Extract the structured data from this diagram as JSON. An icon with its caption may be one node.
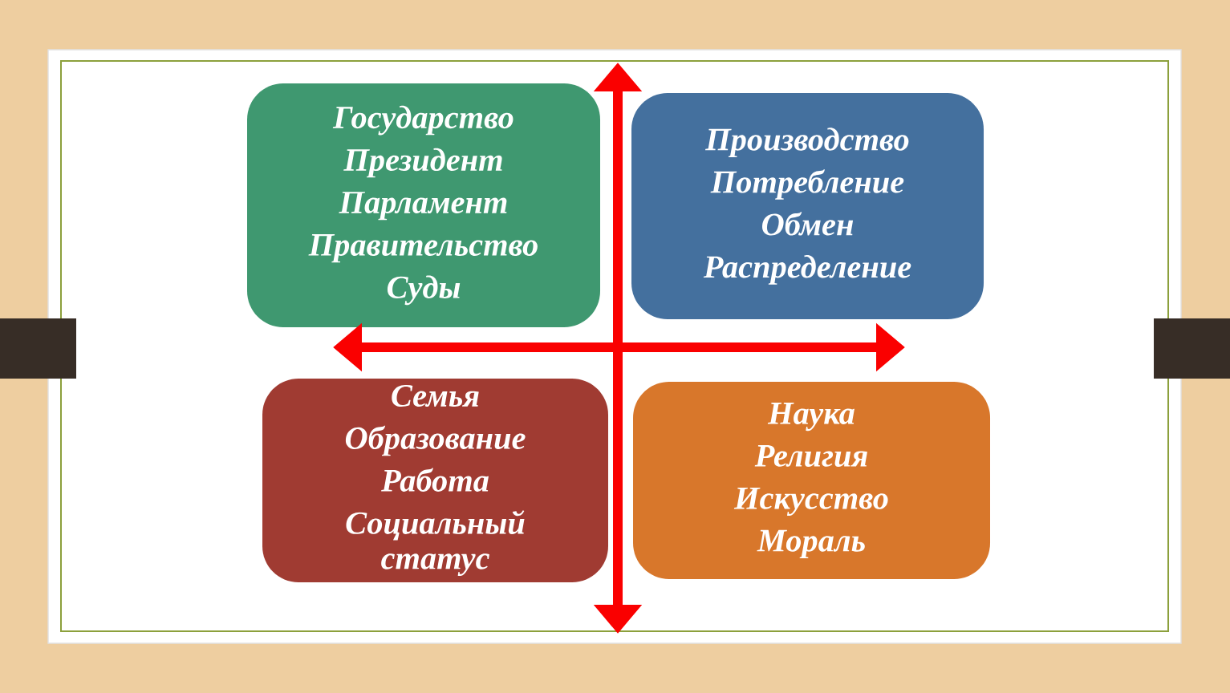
{
  "diagram": {
    "nodes": [
      {
        "text": [
          "Государство",
          "Президент",
          "Парламент",
          "Правительство",
          "Суды"
        ]
      },
      {
        "text": [
          "Производство",
          "Потребление",
          "Обмен",
          "Распределение"
        ]
      },
      {
        "text": [
          "Семья",
          "Образование",
          "Работа",
          "Социальный статус"
        ]
      },
      {
        "text": [
          "Наука",
          "Религия",
          "Искусство",
          "Мораль"
        ]
      }
    ]
  }
}
